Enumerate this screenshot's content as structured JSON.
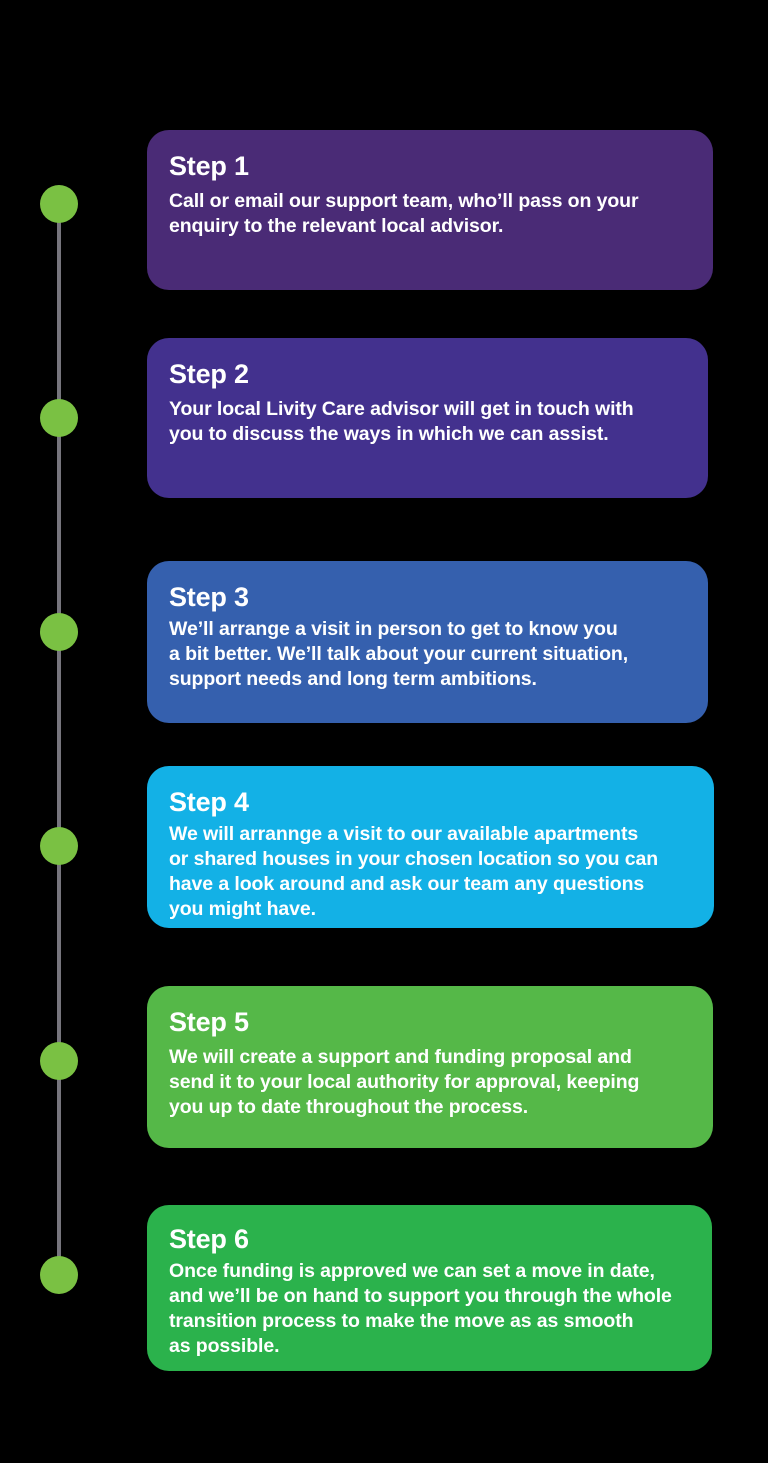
{
  "page": {
    "background_color": "#000000",
    "title": "Livity Care - How It Works Steps Timeline"
  },
  "timeline": {
    "line_color": "#76757d",
    "dot_color": "#7ac143",
    "dot_count": 6,
    "dots": [
      {
        "name": "timeline-dot-step-1"
      },
      {
        "name": "timeline-dot-step-2"
      },
      {
        "name": "timeline-dot-step-3"
      },
      {
        "name": "timeline-dot-step-4"
      },
      {
        "name": "timeline-dot-step-5"
      },
      {
        "name": "timeline-dot-step-6"
      }
    ]
  },
  "steps": [
    {
      "title": "Step 1",
      "body": "Call or email our support team, who’ll pass on your\nenquiry to the relevant local advisor.",
      "color": "#4a2b76"
    },
    {
      "title": "Step 2",
      "body": "Your local  Livity Care advisor will get in touch with\nyou to discuss the ways in which we can assist.",
      "color": "#43318e"
    },
    {
      "title": "Step 3",
      "body": "We’ll arrange a visit in person to get to know you\na bit better. We’ll talk about your current situation,\nsupport needs and long term ambitions.",
      "color": "#3560ae"
    },
    {
      "title": "Step 4",
      "body": "We will arrannge a visit to our available apartments\nor shared houses in your chosen location so you can\nhave a look around and ask our team any questions\nyou might have.",
      "color": "#13b1e6"
    },
    {
      "title": "Step 5",
      "body": "We will create a support and funding proposal and\nsend it to your local authority for approval, keeping\nyou up to date throughout the process.",
      "color": "#55b848"
    },
    {
      "title": "Step 6",
      "body": "Once funding is approved we can set a move in date,\nand we’ll be on hand to support you through the whole\ntransition process to make the move as as smooth\nas possible.",
      "color": "#2bb24c"
    }
  ]
}
